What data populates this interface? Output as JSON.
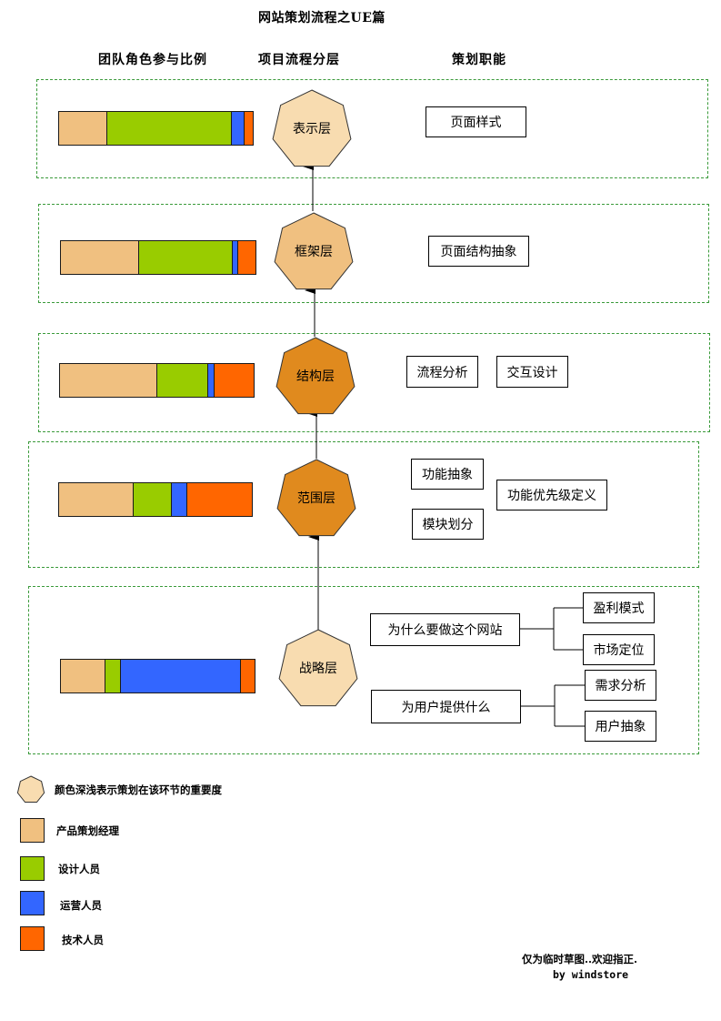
{
  "title": "网站策划流程之UE篇",
  "headers": {
    "team_ratio": "团队角色参与比例",
    "layers": "项目流程分层",
    "functions": "策划职能"
  },
  "colors": {
    "pm": "#f0c080",
    "design": "#99cc00",
    "ops": "#3366ff",
    "tech": "#ff6600",
    "importance_light": "#f8dcb0",
    "importance_mid": "#f0c080",
    "importance_dark": "#e08a1e",
    "frame": "#3a9a3a"
  },
  "layers": [
    {
      "name": "表示层",
      "importance": "light",
      "ratio": {
        "pm": 0.25,
        "design": 0.64,
        "ops": 0.07,
        "tech": 0.04
      },
      "functions": [
        "页面样式"
      ]
    },
    {
      "name": "框架层",
      "importance": "mid",
      "ratio": {
        "pm": 0.4,
        "design": 0.485,
        "ops": 0.025,
        "tech": 0.09
      },
      "functions": [
        "页面结构抽象"
      ]
    },
    {
      "name": "结构层",
      "importance": "dark",
      "ratio": {
        "pm": 0.5,
        "design": 0.265,
        "ops": 0.035,
        "tech": 0.2
      },
      "functions": [
        "流程分析",
        "交互设计"
      ]
    },
    {
      "name": "范围层",
      "importance": "dark",
      "ratio": {
        "pm": 0.385,
        "design": 0.2,
        "ops": 0.08,
        "tech": 0.335
      },
      "functions": [
        "功能抽象",
        "模块划分",
        "功能优先级定义"
      ]
    },
    {
      "name": "战略层",
      "importance": "light",
      "ratio": {
        "pm": 0.23,
        "design": 0.08,
        "ops": 0.62,
        "tech": 0.07
      },
      "functions": [
        "为什么要做这个网站",
        "盈利模式",
        "市场定位",
        "为用户提供什么",
        "需求分析",
        "用户抽象"
      ]
    }
  ],
  "legend": {
    "heptagon_note": "颜色深浅表示策划在该环节的重要度",
    "items": [
      {
        "role": "pm",
        "label": "产品策划经理"
      },
      {
        "role": "design",
        "label": "设计人员"
      },
      {
        "role": "ops",
        "label": "运营人员"
      },
      {
        "role": "tech",
        "label": "技术人员"
      }
    ]
  },
  "footer": {
    "note": "仅为临时草图..欢迎指正.",
    "author": "by windstore"
  }
}
